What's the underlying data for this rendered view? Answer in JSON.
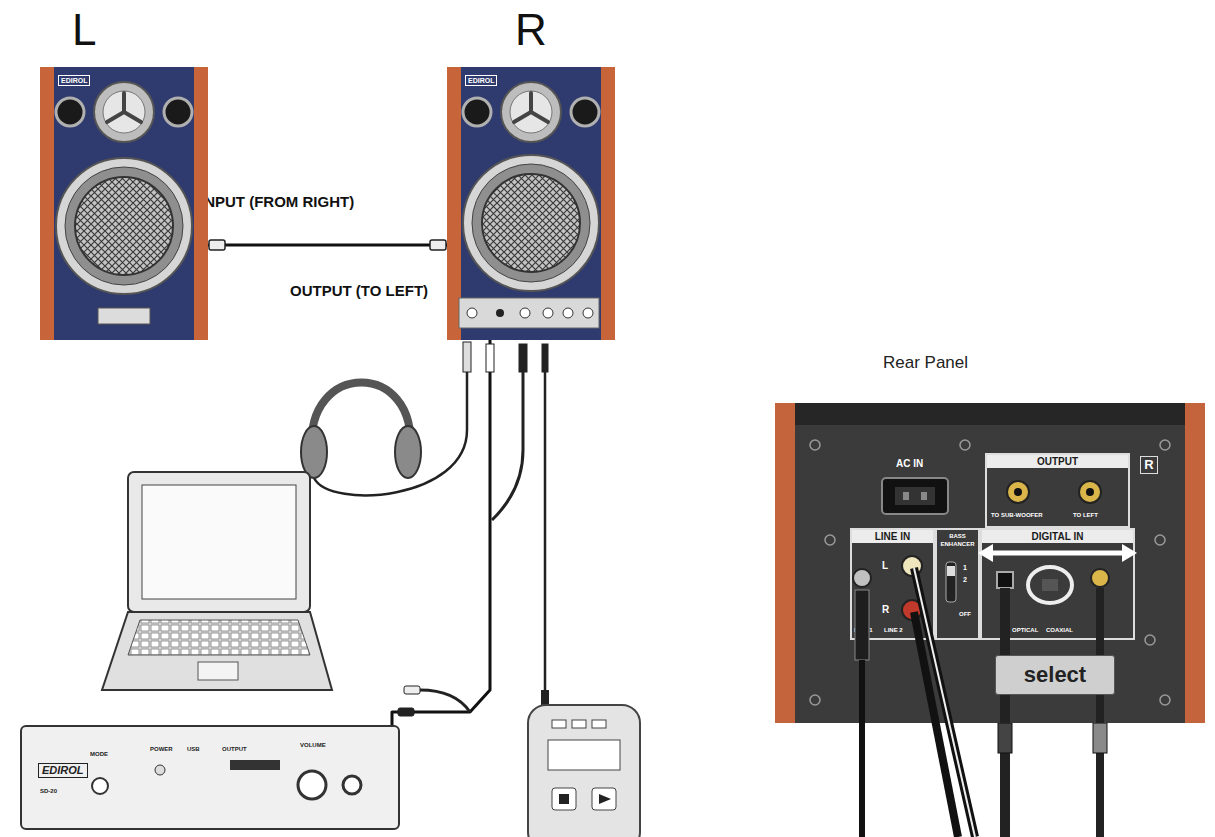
{
  "diagram": {
    "nodes": [
      {
        "text": [
          "L",
          "EDIROL"
        ]
      },
      {
        "text": [
          "R",
          "EDIROL"
        ]
      },
      {
        "text": [
          "EDIROL",
          "SD-20",
          "MODE",
          "POWER",
          "USB",
          "OUTPUT",
          "VOLUME"
        ]
      },
      {
        "text": [
          "Rear Panel"
        ]
      },
      {
        "text": [
          "OUTPUT",
          "TO SUB-WOOFER",
          "TO LEFT"
        ],
        "in": 3
      },
      {
        "text": [
          "R"
        ],
        "in": 3
      },
      {
        "text": [
          "LINE IN",
          "L",
          "R",
          "LINE 1",
          "LINE 2"
        ],
        "in": 3
      },
      {
        "text": [
          "BASS ENHANCER",
          "1",
          "2",
          "OFF"
        ],
        "in": 3
      },
      {
        "text": [
          "DIGITAL IN",
          "OPTICAL",
          "COAXIAL"
        ],
        "in": 3
      },
      {
        "text": [
          "select"
        ],
        "in": 3
      }
    ],
    "edges": [
      {
        "from": 1,
        "to": 0,
        "arrow": "none"
      },
      {
        "from": 2,
        "to": 1,
        "arrow": "none"
      }
    ],
    "labels": [
      "INPUT (FROM RIGHT)",
      "OUTPUT (TO LEFT)",
      "AC IN"
    ]
  }
}
